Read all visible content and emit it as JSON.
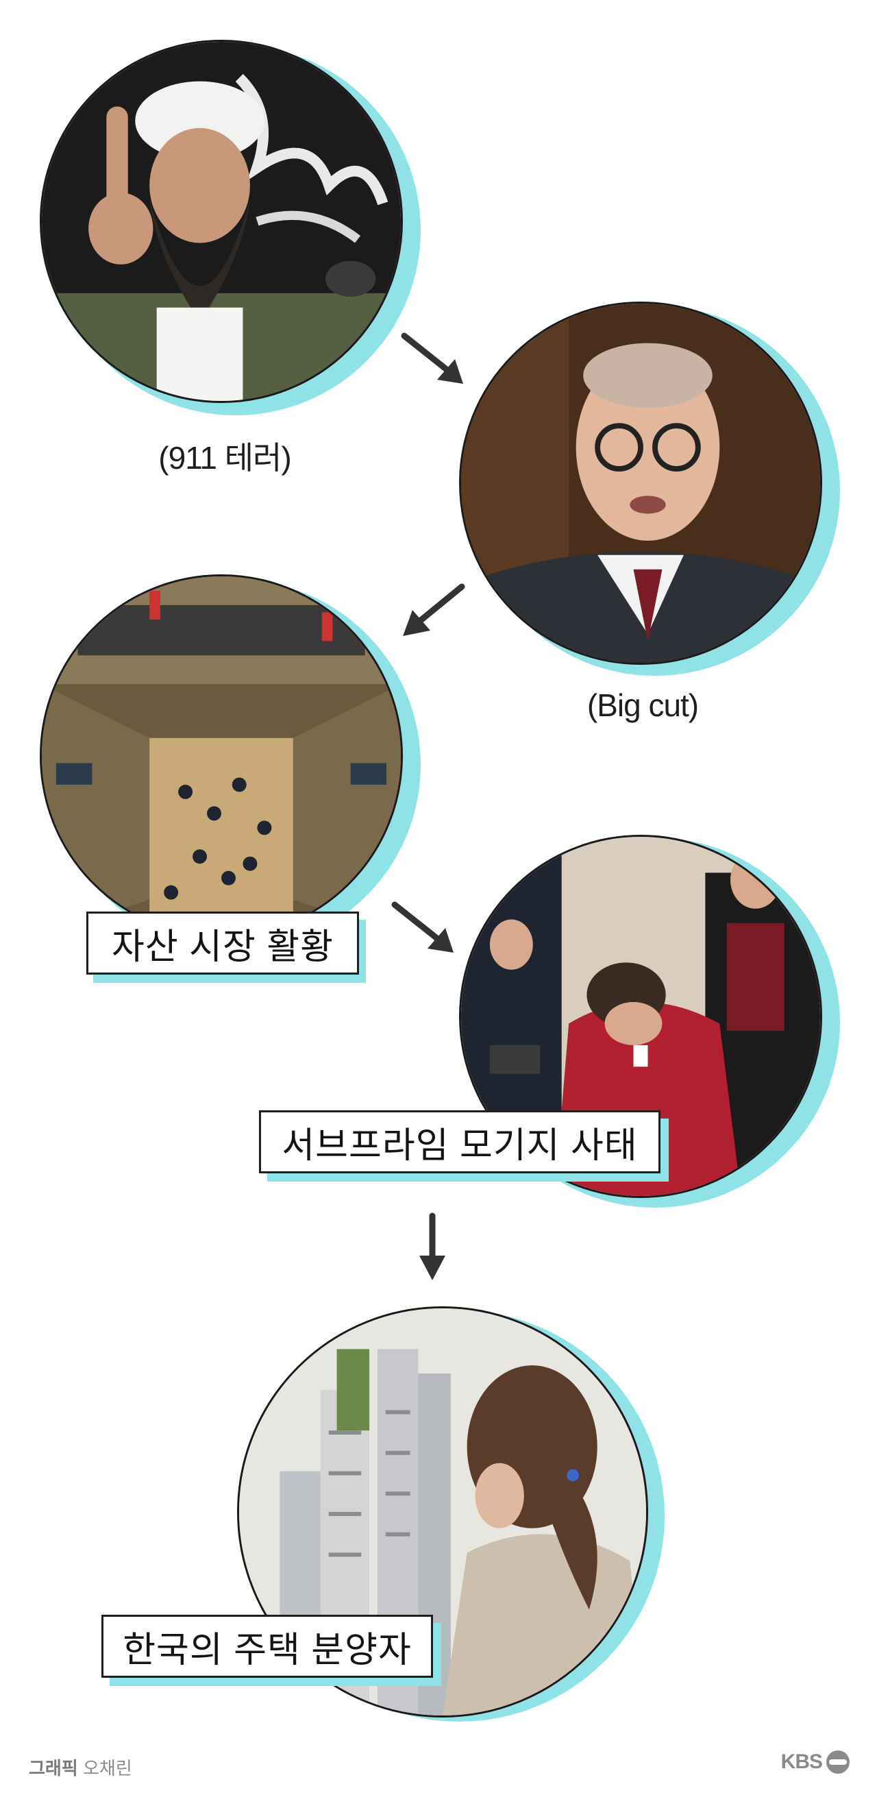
{
  "accent_color": "#8fe3e6",
  "nodes": [
    {
      "id": "bin-laden",
      "caption": "(911 테러)",
      "label": ""
    },
    {
      "id": "greenspan",
      "caption": "(Big cut)",
      "label": ""
    },
    {
      "id": "stock-exchange",
      "caption": "",
      "label": "자산 시장 활황"
    },
    {
      "id": "traders",
      "caption": "",
      "label": "서브프라임 모기지 사태"
    },
    {
      "id": "housing",
      "caption": "",
      "label": "한국의 주택 분양자"
    }
  ],
  "footer": {
    "credit_role": "그래픽",
    "credit_name": "오채린",
    "logo_text": "KBS"
  }
}
